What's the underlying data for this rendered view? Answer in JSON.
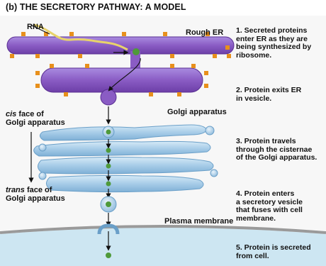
{
  "title": "(b) THE SECRETORY PATHWAY: A MODEL",
  "labels": {
    "rna": "RNA",
    "rough_er": "Rough ER",
    "golgi": "Golgi apparatus",
    "cis_italic": "cis",
    "cis_rest": " face of",
    "cis_line2": "Golgi apparatus",
    "trans_italic": "trans",
    "trans_rest": " face of",
    "trans_line2": "Golgi apparatus",
    "plasma_membrane": "Plasma membrane"
  },
  "steps": [
    {
      "line1": "1. Secreted proteins",
      "line2": "enter ER as they are",
      "line3": "being synthesized by",
      "line4": "ribosome."
    },
    {
      "line1": "2. Protein exits ER",
      "line2": "in vesicle."
    },
    {
      "line1": "3. Protein travels",
      "line2": "through the cisternae",
      "line3": "of the Golgi apparatus."
    },
    {
      "line1": "4. Protein enters",
      "line2": "a secretory vesicle",
      "line3": "that fuses with cell",
      "line4": "membrane."
    },
    {
      "line1": "5. Protein is secreted",
      "line2": "from cell."
    }
  ],
  "colors": {
    "er": "#8a5cc4",
    "ribosome": "#e8901c",
    "golgi": "#9cc4e4",
    "extracellular": "#cde6f2",
    "cytoplasm": "#ececec",
    "protein": "#4f9a3a"
  }
}
